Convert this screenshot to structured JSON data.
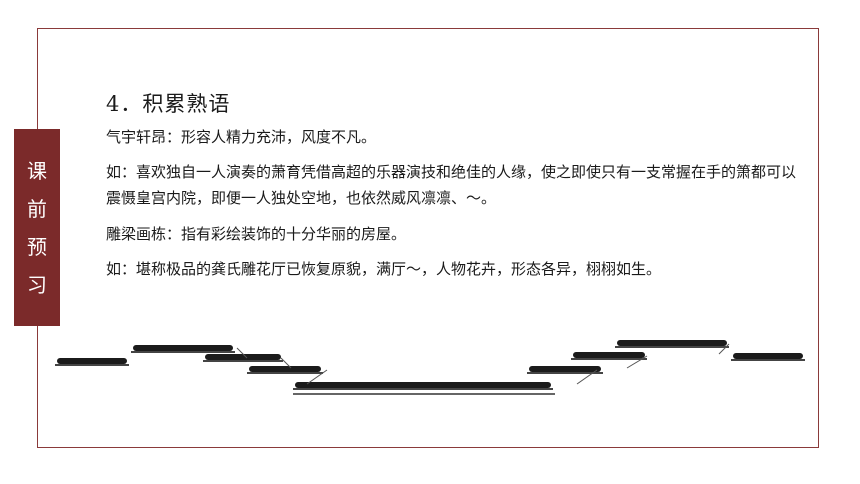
{
  "side_tab": {
    "chars": [
      "课",
      "前",
      "预",
      "习"
    ]
  },
  "content": {
    "heading": "4．积累熟语",
    "paragraphs": [
      "气宇轩昂：形容人精力充沛，风度不凡。",
      "如：喜欢独自一人演奏的萧育凭借高超的乐器演技和绝佳的人缘，使之即使只有一支常握在手的箫都可以震慑皇宫内院，即便一人独处空地，也依然威风凛凛、～。",
      "雕梁画栋：指有彩绘装饰的十分华丽的房屋。",
      "如：堪称极品的龚氏雕花厅已恢复原貌，满厅～，人物花卉，形态各异，栩栩如生。"
    ]
  },
  "colors": {
    "accent": "#7b2a2a",
    "frame": "#8a3a3a",
    "text": "#1a1a1a"
  }
}
